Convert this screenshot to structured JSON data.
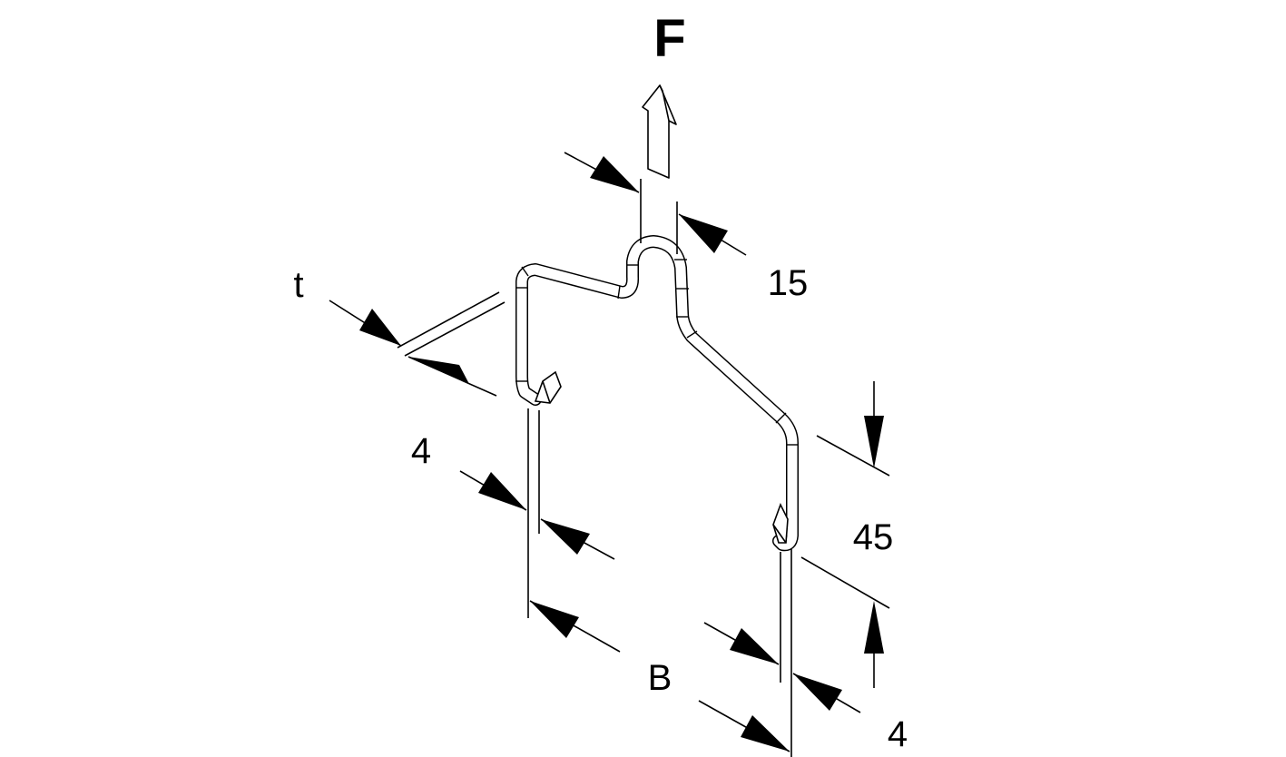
{
  "labels": {
    "force": "F",
    "top_width": "15",
    "thickness": "t",
    "left_leg": "4",
    "right_leg": "4",
    "height": "45",
    "span": "B"
  }
}
